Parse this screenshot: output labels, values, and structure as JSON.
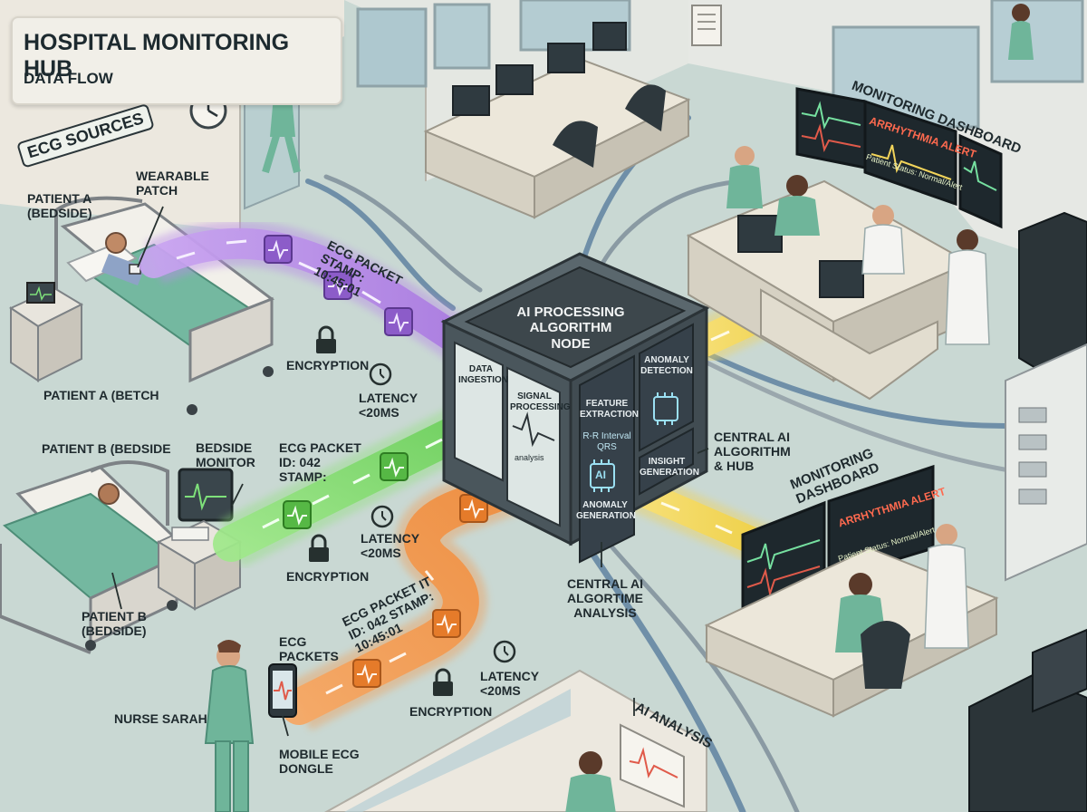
{
  "title": {
    "main": "HOSPITAL MONITORING HUB",
    "sub": "DATA FLOW"
  },
  "ecg_sources_label": "ECG SOURCES",
  "patient_a": {
    "label": "PATIENT A (BEDSIDE)",
    "bottom_label": "PATIENT A (BETCH",
    "device": "WEARABLE PATCH"
  },
  "packet_a": {
    "label": "ECG PACKET STAMP: 10:45:01",
    "security": "ENCRYPTION",
    "latency": "LATENCY <20ms"
  },
  "patient_b": {
    "label": "PATIENT B (BEDSIDE",
    "bottom_label": "PATIENT B (BEDSIDE)",
    "device": "BEDSIDE MONITOR"
  },
  "packet_b": {
    "label": "ECG PACKET ID: 042 STAMP:",
    "security": "ENCRYPTION",
    "latency": "LATENCY <20ms"
  },
  "nurse": {
    "label": "NURSE SARAH",
    "device": "MOBILE ECG DONGLE",
    "packets": "ECG PACKETS"
  },
  "packet_c": {
    "label": "ECG PACKET IT ID: 042 STAMP: 10:45:01",
    "security": "ENCRYPTION",
    "latency": "LATENCY <20ms"
  },
  "ai_node": {
    "title": "AI PROCESSING ALGORITHM NODE",
    "modules": {
      "ingestion": "DATA INGESTION",
      "signal": "SIGNAL PROCESSING",
      "signal_sub": "analysis",
      "feature": "FEATURE EXTRACTION",
      "feature_sub": "R-R Interval QRS",
      "ai_chip": "AI",
      "anomaly_gen": "ANOMALY GENERATION",
      "anomaly_det": "ANOMALY DETECTION",
      "insight": "INSIGHT GENERATION"
    }
  },
  "central_ai": {
    "hub_label": "CENTRAL AI ALGORITHM & HUB",
    "analysis_label": "CENTRAL AI ALGORTIME ANALYSIS"
  },
  "dashboard_top": {
    "label": "MONITORING DASHBOARD",
    "alert": "ARRHYTHMIA ALERT",
    "status": "Patient Status: Normal/Alert"
  },
  "dashboard_bottom": {
    "label": "MONITORING DASHBOARD",
    "alert": "ARRHYTHMIA ALERT",
    "status": "Patient Status: Normal/Alert"
  },
  "ai_analysis_label": "AI ANALYSIS",
  "colors": {
    "floor": "#c9d8d3",
    "wall": "#ece8df",
    "flow_a": "#b98be8",
    "flow_b": "#8fe07a",
    "flow_c": "#f39a4f",
    "flow_out": "#f2d45a",
    "node": "#4a565c",
    "scrubs": "#6fb59a"
  }
}
